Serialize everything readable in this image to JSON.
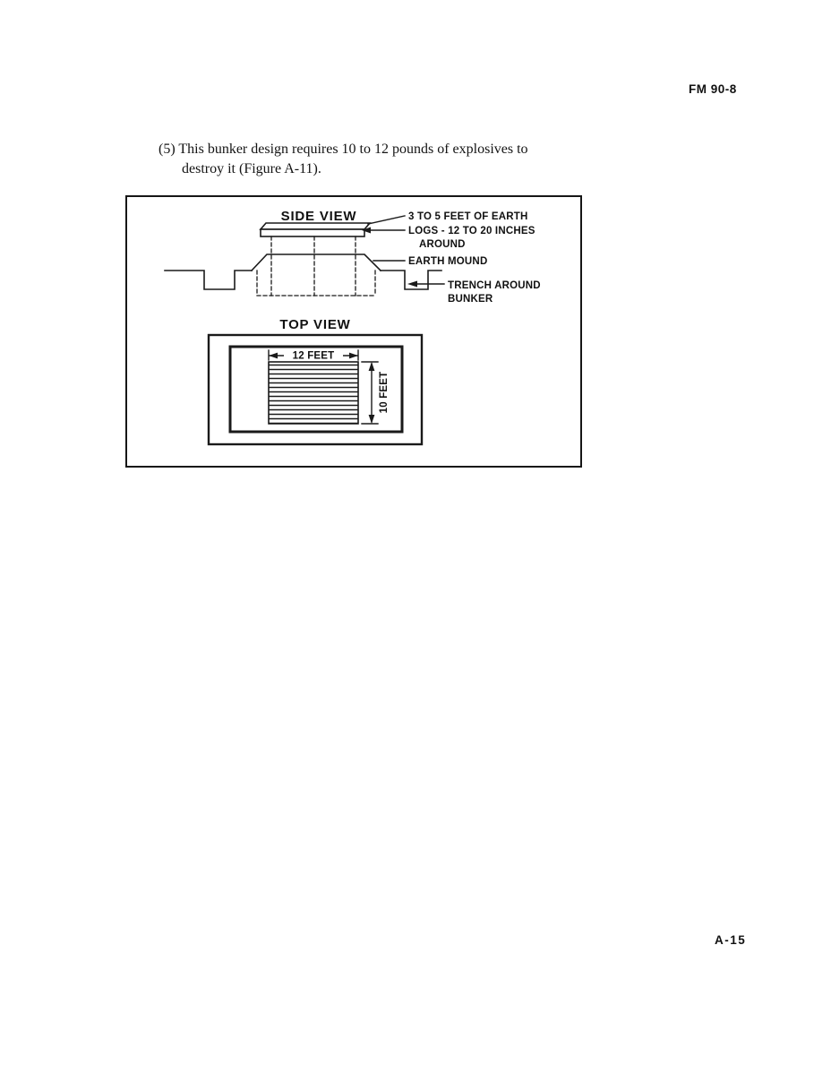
{
  "page": {
    "header": "FM 90-8",
    "footer": "A-15"
  },
  "paragraph": {
    "line1": "(5) This bunker design requires 10 to  12 pounds of explosives to",
    "line2": "destroy it (Figure A-11)."
  },
  "figure": {
    "side_view": {
      "title": "SIDE VIEW",
      "labels": {
        "earth_depth": "3 TO 5 FEET OF EARTH",
        "logs_line1": "LOGS - 12 TO 20 INCHES",
        "logs_line2": "AROUND",
        "earth_mound": "EARTH MOUND",
        "trench_line1": "TRENCH AROUND",
        "trench_line2": "BUNKER"
      }
    },
    "top_view": {
      "title": "TOP VIEW",
      "dim_width": "12 FEET",
      "dim_height": "10 FEET"
    }
  }
}
